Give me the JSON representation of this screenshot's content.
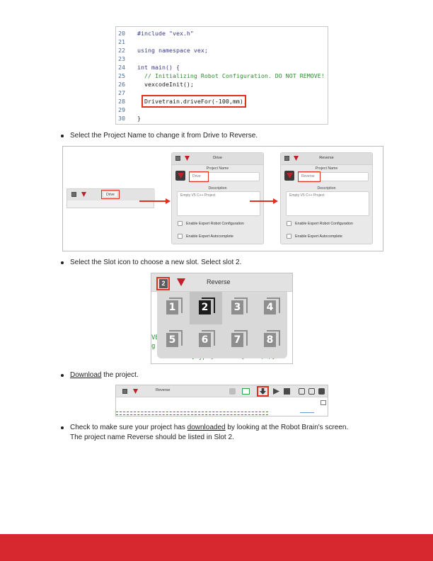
{
  "code": {
    "lines": [
      {
        "num": "20",
        "text": "#include \"vex.h\""
      },
      {
        "num": "21",
        "text": ""
      },
      {
        "num": "22",
        "text": "using namespace vex;"
      },
      {
        "num": "23",
        "text": ""
      },
      {
        "num": "24",
        "text": "int main() {"
      },
      {
        "num": "25",
        "text": "  // Initializing Robot Configuration. DO NOT REMOVE!"
      },
      {
        "num": "26",
        "text": "  vexcodeInit();"
      },
      {
        "num": "27",
        "text": ""
      },
      {
        "num": "28",
        "text": "  Drivetrain.driveFor(-100,mm);"
      },
      {
        "num": "29",
        "text": ""
      },
      {
        "num": "30",
        "text": "}"
      }
    ]
  },
  "bullets": {
    "b1": "Select the Project Name to change it from Drive to Reverse.",
    "b2": "Select the Slot icon to choose a new slot. Select slot 2.",
    "b3_link": "Download",
    "b3_rest": " the project.",
    "b4_pre": "Check to make sure your project has ",
    "b4_link": "downloaded",
    "b4_post": " by looking at the Robot Brain's screen.",
    "b4_line2": "The project name Reverse should be listed in Slot 2."
  },
  "project_panel": {
    "bar_name": "Drive",
    "dialog1": {
      "title": "Drive",
      "project_name_label": "Project Name",
      "project_name_value": "Drive",
      "description_label": "Description",
      "description_value": "Empty V5 C++ Project",
      "option1": "Enable Expert Robot Configuration",
      "option2": "Enable Expert Autocomplete"
    },
    "dialog2": {
      "title": "Reverse",
      "project_name_label": "Project Name",
      "project_name_value": "Reverse",
      "description_label": "Description",
      "description_value": "Empty V5 C++ Project",
      "option1": "Enable Expert Robot Configuration",
      "option2": "Enable Expert Autocomplete"
    }
  },
  "slot_picker": {
    "title": "Reverse",
    "current_slot": "2",
    "slots": [
      "1",
      "2",
      "3",
      "4",
      "5",
      "6",
      "7",
      "8"
    ],
    "selected_slot": "2",
    "bg_text_left": "VE",
    "bg_text_left2": "g",
    "bg_text_bottom": "[Type]       [Port(s)]"
  },
  "download_bar": {
    "title": "Reverse"
  },
  "colors": {
    "accent_red": "#e0301e",
    "footer_red": "#d7282f"
  }
}
